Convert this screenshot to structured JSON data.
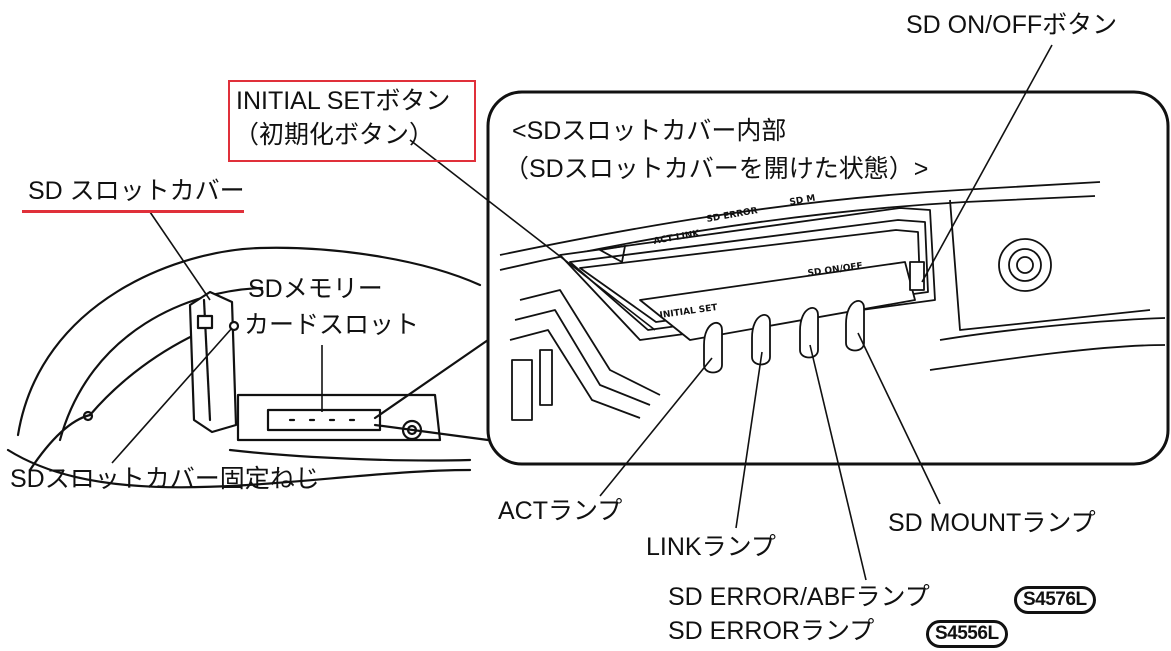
{
  "labels": {
    "sd_on_off_button": "SD ON/OFFボタン",
    "initial_set_button_line1": "INITIAL SETボタン",
    "initial_set_button_line2": "（初期化ボタン）",
    "inset_title_line1": "<SDスロットカバー内部",
    "inset_title_line2": "（SDスロットカバーを開けた状態）>",
    "sd_slot_cover": "SD スロットカバー",
    "sd_memory_card_slot_line1": "SDメモリー",
    "sd_memory_card_slot_line2": "カードスロット",
    "sd_slot_cover_screw": "SDスロットカバー固定ねじ",
    "act_lamp": "ACTランプ",
    "link_lamp": "LINKランプ",
    "sd_mount_lamp": "SD MOUNTランプ",
    "sd_error_abf_lamp": "SD ERROR/ABFランプ",
    "sd_error_lamp": "SD ERRORランプ"
  },
  "badges": {
    "model_a": "S4576L",
    "model_b": "S4556L"
  },
  "panel_printing": {
    "sd_error": "SD ERROR",
    "act_link": "ACT LINK",
    "sd_mount": "SD M",
    "sd_on_off": "SD ON/OFF",
    "initial_set": "INITIAL SET"
  },
  "colors": {
    "highlight": "#e0303a",
    "line": "#111111"
  }
}
